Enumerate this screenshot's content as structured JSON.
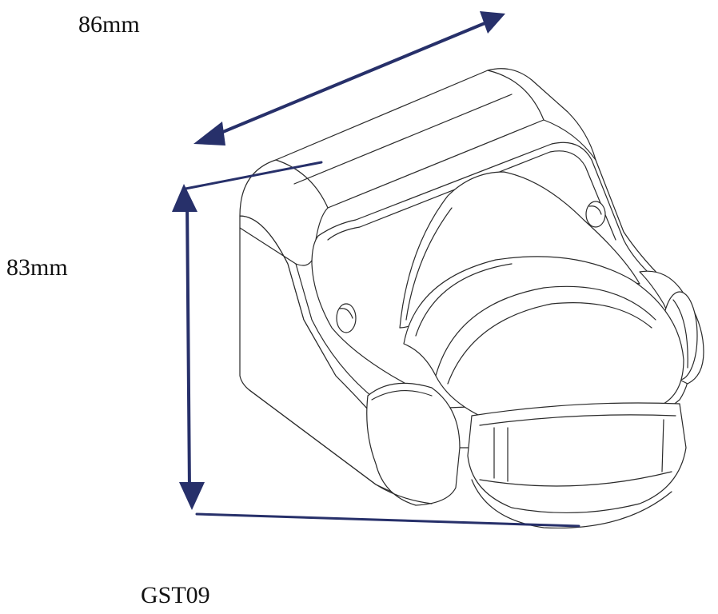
{
  "dimensions": {
    "width_label": "86mm",
    "height_label": "83mm"
  },
  "model": {
    "name": "GST09"
  },
  "colors": {
    "dimension_line": "#27306a",
    "outline": "#2a2a2a",
    "background": "#ffffff"
  }
}
